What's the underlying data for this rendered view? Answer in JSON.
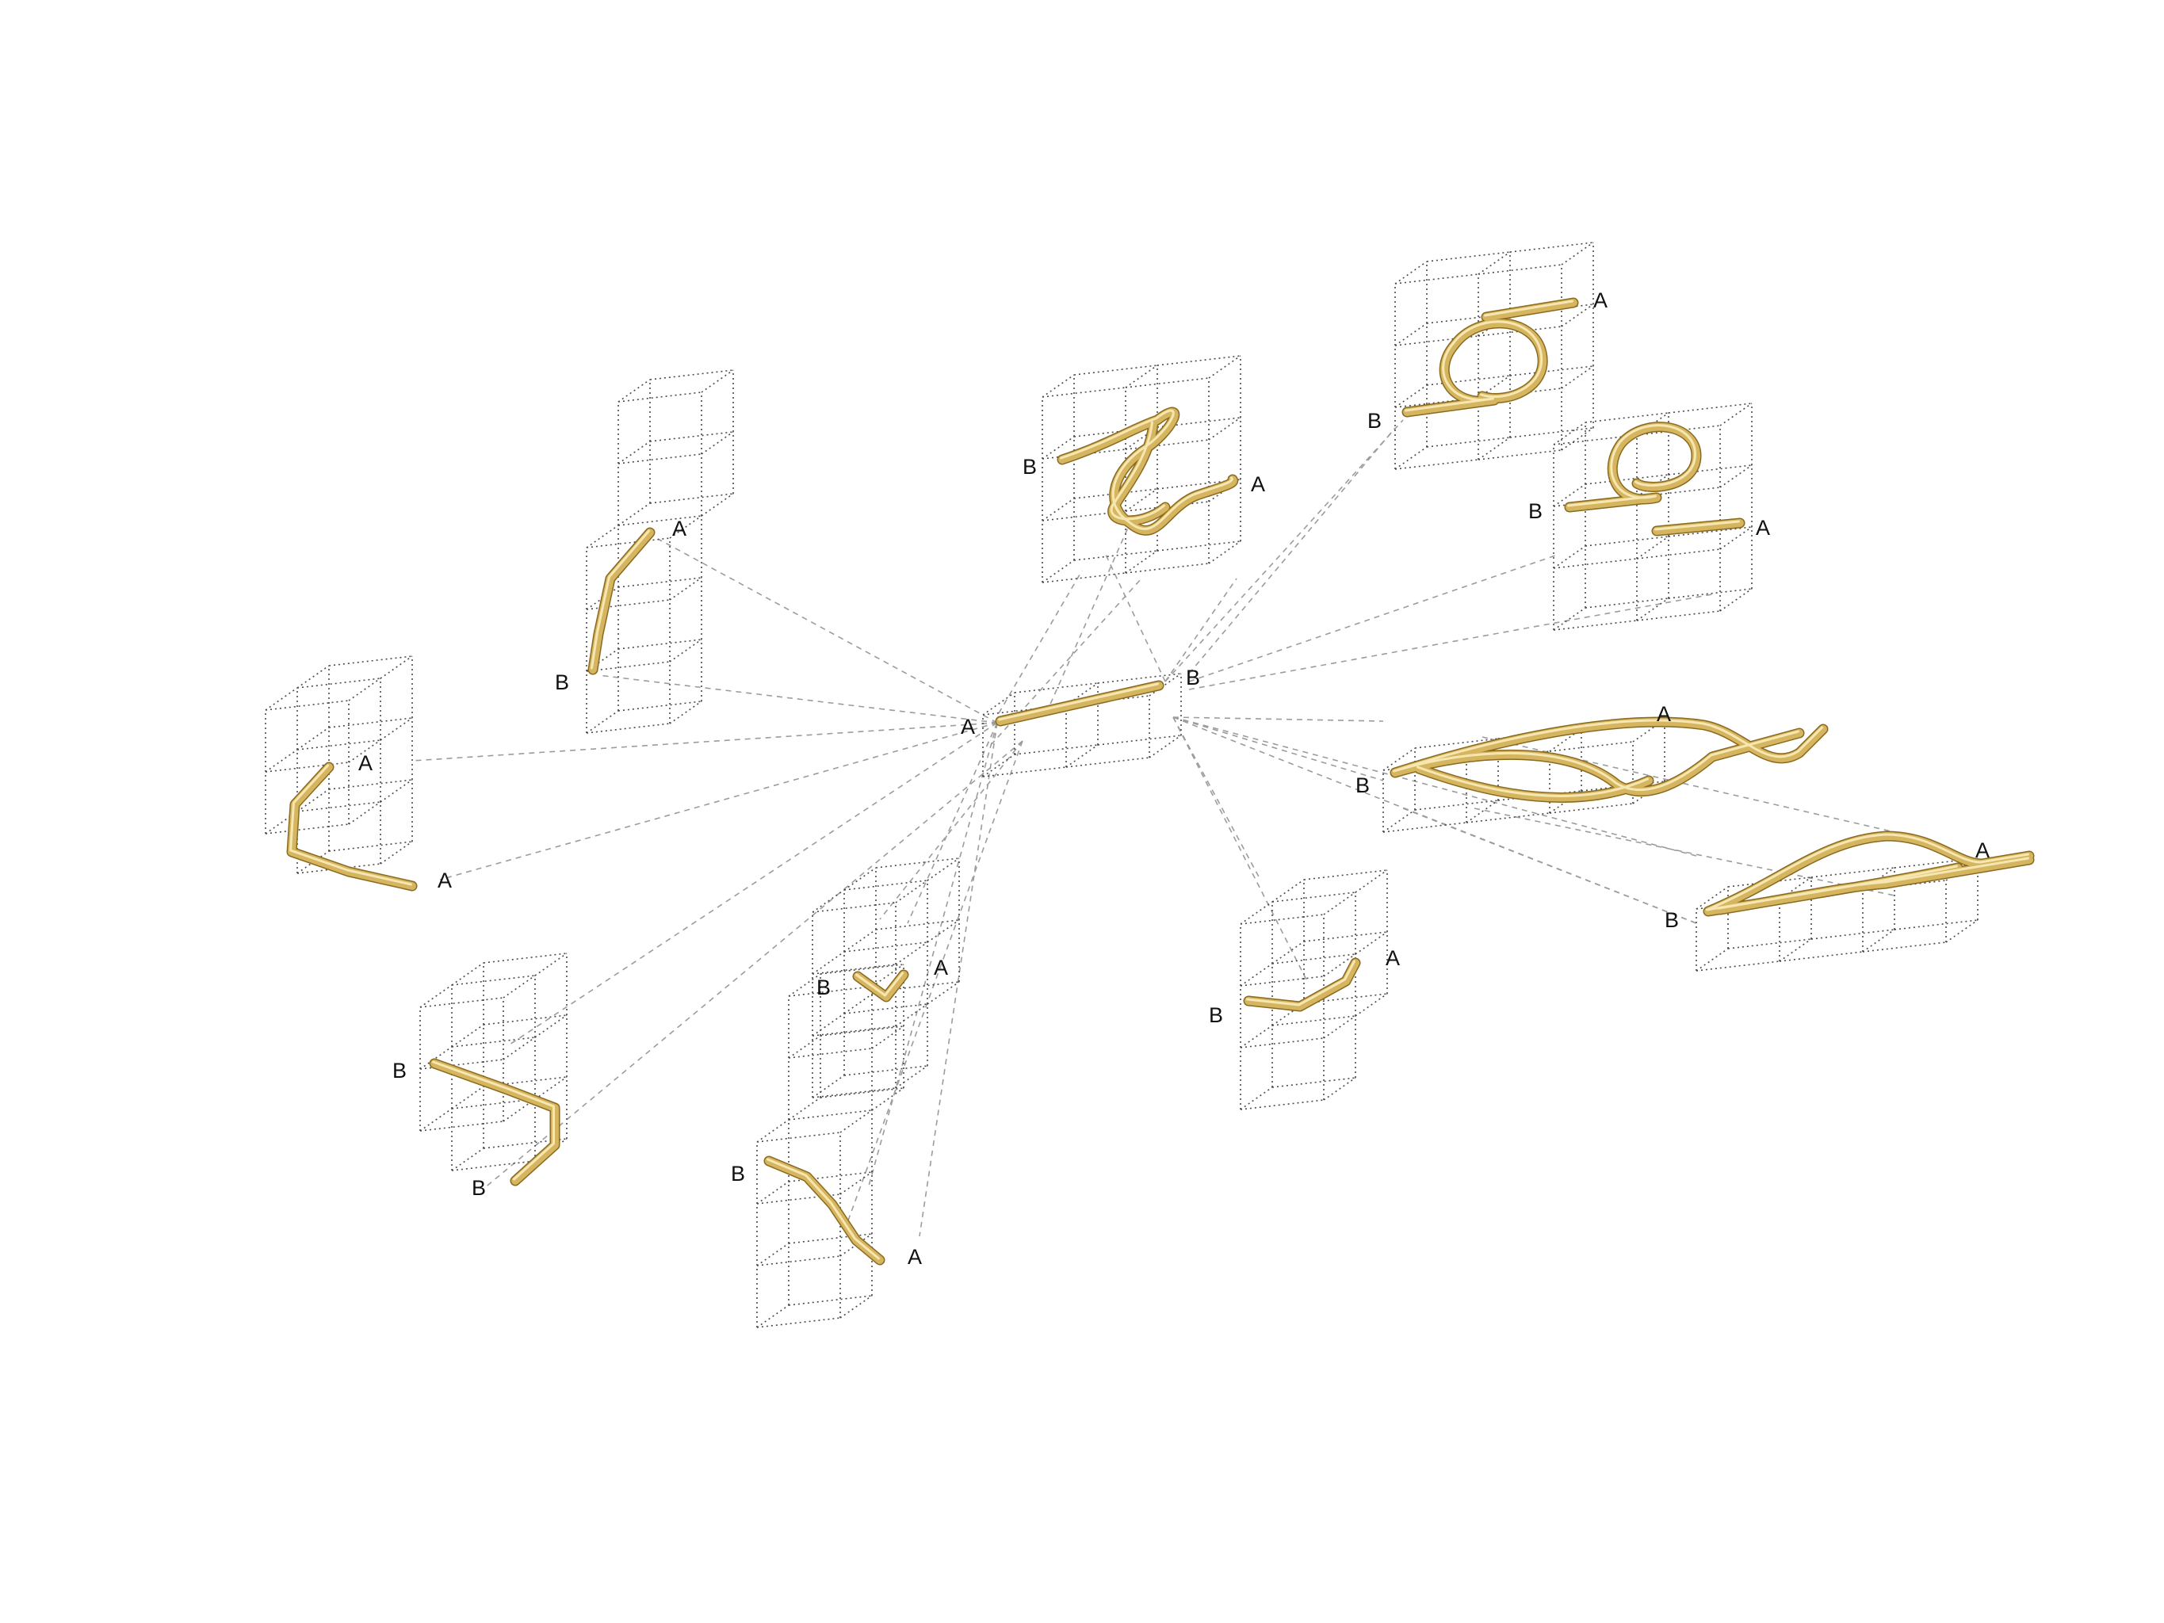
{
  "end_labels": {
    "a": "A",
    "b": "B"
  },
  "colors": {
    "tube": "#d6b560",
    "tube_shadow": "#8a6a1e",
    "tube_highlight": "#f6e7b0",
    "box_edges": "#4a4a4a",
    "connectors": "#9c9c9c",
    "background": "#ffffff"
  },
  "modules": [
    {
      "id": "center",
      "shape": "straight"
    },
    {
      "id": "top-center",
      "shape": "knot"
    },
    {
      "id": "top-right-upper",
      "shape": "loop"
    },
    {
      "id": "top-right-lower",
      "shape": "loop"
    },
    {
      "id": "right-middle",
      "shape": "double-arc"
    },
    {
      "id": "right-lower",
      "shape": "double-arc"
    },
    {
      "id": "bottom-right-small",
      "shape": "bent"
    },
    {
      "id": "upper-left",
      "shape": "bent"
    },
    {
      "id": "far-left",
      "shape": "zigzag"
    },
    {
      "id": "bottom-left",
      "shape": "zigzag"
    },
    {
      "id": "bottom-center-small",
      "shape": "short-bend"
    },
    {
      "id": "bottom-center-tall",
      "shape": "bent"
    }
  ]
}
